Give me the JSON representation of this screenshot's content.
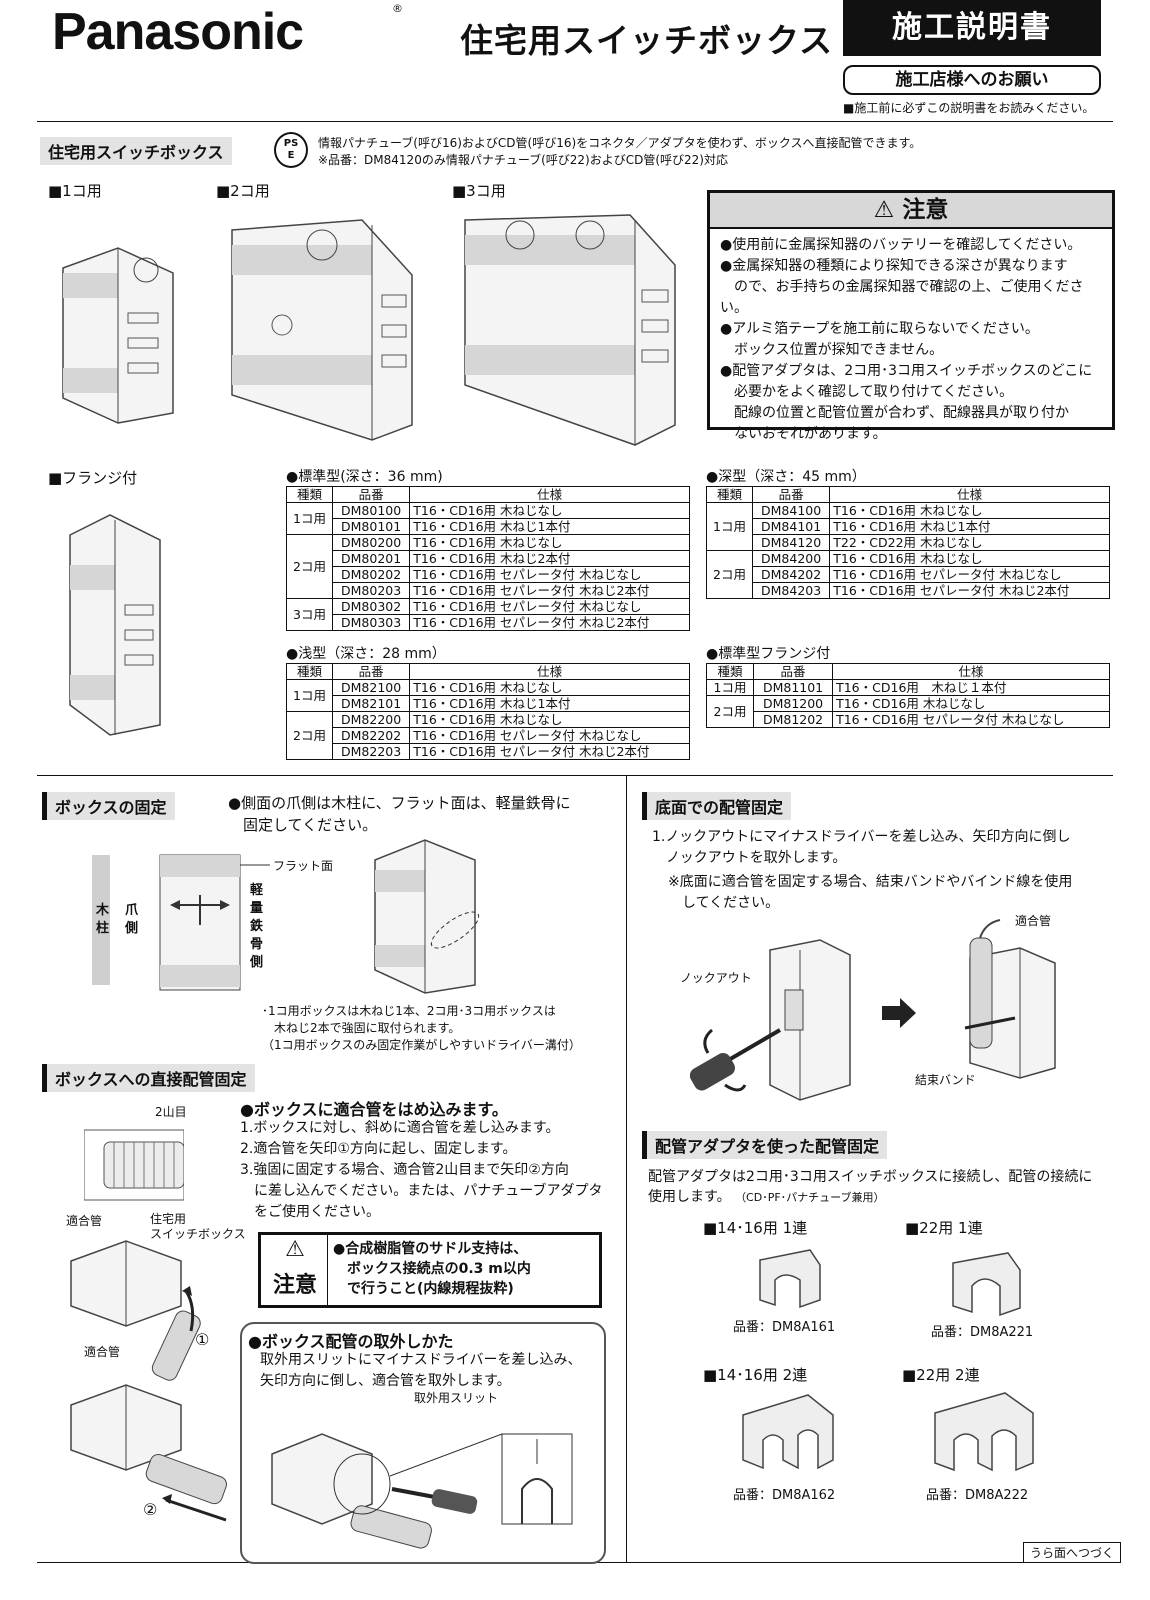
{
  "header": {
    "brand": "Panasonic",
    "registered": "®",
    "title": "住宅用スイッチボックス",
    "manual_tag": "施工説明書",
    "request": "施工店様へのお願い",
    "read_note": "■施工前に必ずこの説明書をお読みください。"
  },
  "intro": {
    "label": "住宅用スイッチボックス",
    "pse_top": "PS",
    "pse_bottom": "E",
    "line1": "情報パナチューブ(呼び16)およびCD管(呼び16)をコネクタ／アダプタを使わず、ボックスへ直接配管できます。",
    "line2": "※品番：DM84120のみ情報パナチューブ(呼び22)およびCD管(呼び22)対応"
  },
  "products": {
    "single": "■1コ用",
    "double": "■2コ用",
    "triple": "■3コ用",
    "flange": "■フランジ付"
  },
  "warning": {
    "title": "注意",
    "items": [
      "●使用前に金属探知器のバッテリーを確認してください。",
      "●金属探知器の種類により探知できる深さが異なります",
      "　ので、お手持ちの金属探知器で確認の上、ご使用ください。",
      "●アルミ箔テープを施工前に取らないでください。",
      "　ボックス位置が探知できません。",
      "●配管アダプタは、2コ用･3コ用スイッチボックスのどこに",
      "　必要かをよく確認して取り付けてください。",
      "　配線の位置と配管位置が合わず、配線器具が取り付か",
      "　ないおそれがあります。"
    ]
  },
  "tables": {
    "headers": [
      "種類",
      "品番",
      "仕様"
    ],
    "standard": {
      "caption": "●標準型(深さ：36 mm)",
      "rows": [
        [
          "1コ用",
          "DM80100",
          "T16・CD16用 木ねじなし"
        ],
        [
          "",
          "DM80101",
          "T16・CD16用 木ねじ1本付"
        ],
        [
          "2コ用",
          "DM80200",
          "T16・CD16用 木ねじなし"
        ],
        [
          "",
          "DM80201",
          "T16・CD16用 木ねじ2本付"
        ],
        [
          "",
          "DM80202",
          "T16・CD16用 セパレータ付 木ねじなし"
        ],
        [
          "",
          "DM80203",
          "T16・CD16用 セパレータ付 木ねじ2本付"
        ],
        [
          "3コ用",
          "DM80302",
          "T16・CD16用 セパレータ付 木ねじなし"
        ],
        [
          "",
          "DM80303",
          "T16・CD16用 セパレータ付 木ねじ2本付"
        ]
      ]
    },
    "deep": {
      "caption": "●深型（深さ：45 mm）",
      "rows": [
        [
          "1コ用",
          "DM84100",
          "T16・CD16用 木ねじなし"
        ],
        [
          "",
          "DM84101",
          "T16・CD16用 木ねじ1本付"
        ],
        [
          "",
          "DM84120",
          "T22・CD22用 木ねじなし"
        ],
        [
          "2コ用",
          "DM84200",
          "T16・CD16用 木ねじなし"
        ],
        [
          "",
          "DM84202",
          "T16・CD16用 セパレータ付 木ねじなし"
        ],
        [
          "",
          "DM84203",
          "T16・CD16用 セパレータ付 木ねじ2本付"
        ]
      ]
    },
    "shallow": {
      "caption": "●浅型（深さ：28 mm）",
      "rows": [
        [
          "1コ用",
          "DM82100",
          "T16・CD16用 木ねじなし"
        ],
        [
          "",
          "DM82101",
          "T16・CD16用 木ねじ1本付"
        ],
        [
          "2コ用",
          "DM82200",
          "T16・CD16用 木ねじなし"
        ],
        [
          "",
          "DM82202",
          "T16・CD16用 セパレータ付 木ねじなし"
        ],
        [
          "",
          "DM82203",
          "T16・CD16用 セパレータ付 木ねじ2本付"
        ]
      ]
    },
    "flange": {
      "caption": "●標準型フランジ付",
      "rows": [
        [
          "1コ用",
          "DM81101",
          "T16・CD16用　木ねじ１本付"
        ],
        [
          "2コ用",
          "DM81200",
          "T16・CD16用 木ねじなし"
        ],
        [
          "",
          "DM81202",
          "T16・CD16用 セパレータ付 木ねじなし"
        ]
      ]
    }
  },
  "fixing": {
    "label": "ボックスの固定",
    "text1": "●側面の爪側は木柱に、フラット面は、軽量鉄骨に",
    "text2": "　固定してください。",
    "wood": "木柱",
    "claw": "爪側",
    "flat": "フラット面",
    "steel": "軽量鉄骨側",
    "note1": "･1コ用ボックスは木ねじ1本、2コ用･3コ用ボックスは",
    "note2": "　木ねじ2本で強固に取付られます。",
    "note3": "（1コ用ボックスのみ固定作業がしやすいドライバー溝付）"
  },
  "direct": {
    "label": "ボックスへの直接配管固定",
    "two_ridge": "2山目",
    "pipe": "適合管",
    "box": "住宅用",
    "box2": "スイッチボックス",
    "pipe2": "適合管",
    "num1": "①",
    "num2": "②",
    "title": "●ボックスに適合管をはめ込みます。",
    "steps": [
      "1.ボックスに対し、斜めに適合管を差し込みます。",
      "2.適合管を矢印①方向に起し、固定します。",
      "3.強固に固定する場合、適合管2山目まで矢印②方向",
      "　に差し込んでください。または、パナチューブアダプタ",
      "　をご使用ください。"
    ],
    "caution_word": "注意",
    "caution_text": [
      "●合成樹脂管のサドル支持は、",
      "　ボックス接続点の0.3 m以内",
      "　で行うこと(内線規程抜粋)"
    ],
    "removal_title": "●ボックス配管の取外しかた",
    "removal_text": [
      "取外用スリットにマイナスドライバーを差し込み、",
      "矢印方向に倒し、適合管を取外します。"
    ],
    "slit": "取外用スリット"
  },
  "bottom": {
    "label": "底面での配管固定",
    "step1": "1.ノックアウトにマイナスドライバーを差し込み、矢印方向に倒し",
    "step1b": "　ノックアウトを取外します。",
    "note1": "※底面に適合管を固定する場合、結束バンドやバインド線を使用",
    "note2": "　してください。",
    "knockout": "ノックアウト",
    "pipe": "適合管",
    "band": "結束バンド"
  },
  "adapter": {
    "label": "配管アダプタを使った配管固定",
    "text1": "配管アダプタは2コ用･3コ用スイッチボックスに接続し、配管の接続に",
    "text2": "使用します。",
    "text2b": "（CD･PF･パナチューブ兼用）",
    "items": [
      {
        "title": "■14･16用 1連",
        "code": "品番：DM8A161"
      },
      {
        "title": "■22用 1連",
        "code": "品番：DM8A221"
      },
      {
        "title": "■14･16用 2連",
        "code": "品番：DM8A162"
      },
      {
        "title": "■22用 2連",
        "code": "品番：DM8A222"
      }
    ]
  },
  "footer": {
    "continue": "うら面へつづく"
  }
}
